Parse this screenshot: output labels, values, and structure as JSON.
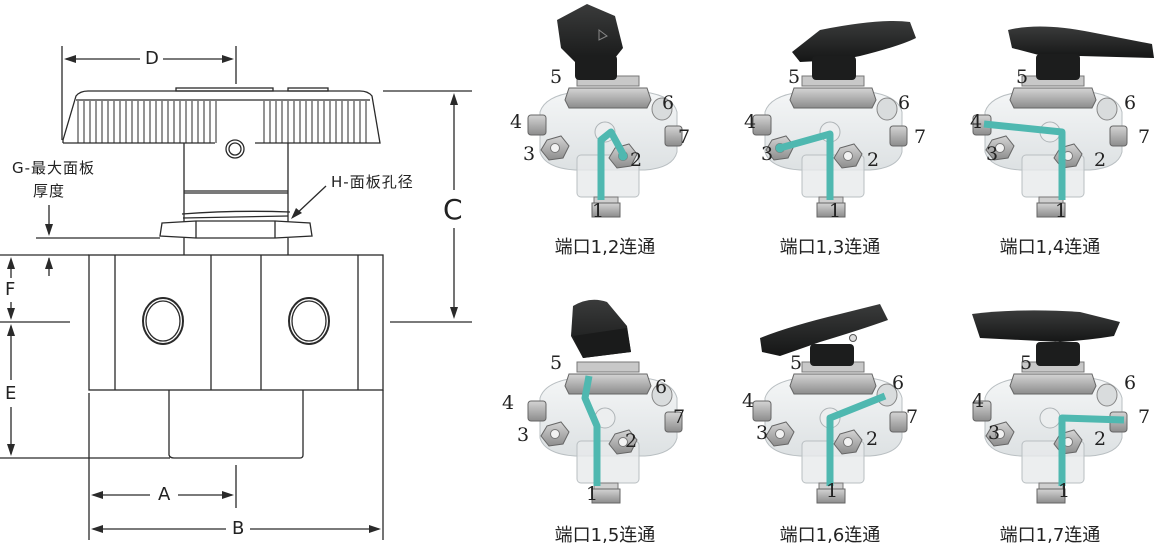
{
  "technical_drawing": {
    "dimension_labels": {
      "A": "A",
      "B": "B",
      "C": "C",
      "D": "D",
      "E": "E",
      "F": "F"
    },
    "annotations": {
      "g_line1": "G-最大面板",
      "g_line2": "厚度",
      "h": "H-面板孔径"
    },
    "line_color": "#2a2a2a"
  },
  "colors": {
    "flow_path": "#4fb8b0",
    "handle": "#1e1f1f",
    "body": "#e4e8ea",
    "fitting": "#b8b8b8"
  },
  "port_labels": [
    "1",
    "2",
    "3",
    "4",
    "5",
    "6",
    "7"
  ],
  "panels": [
    {
      "caption": "端口1,2连通",
      "connected_port": "2"
    },
    {
      "caption": "端口1,3连通",
      "connected_port": "3"
    },
    {
      "caption": "端口1,4连通",
      "connected_port": "4"
    },
    {
      "caption": "端口1,5连通",
      "connected_port": "5"
    },
    {
      "caption": "端口1,6连通",
      "connected_port": "6"
    },
    {
      "caption": "端口1,7连通",
      "connected_port": "7"
    }
  ]
}
